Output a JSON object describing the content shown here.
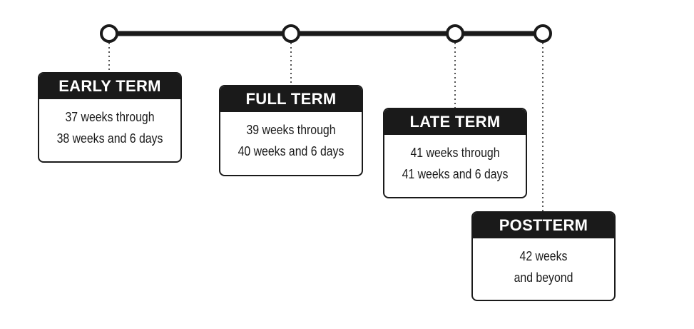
{
  "stages": [
    {
      "id": "early-term",
      "title": "EARLY TERM",
      "lines": [
        "37 weeks through",
        "38 weeks and 6 days"
      ]
    },
    {
      "id": "full-term",
      "title": "FULL TERM",
      "lines": [
        "39 weeks through",
        "40 weeks and 6 days"
      ]
    },
    {
      "id": "late-term",
      "title": "LATE TERM",
      "lines": [
        "41 weeks through",
        "41 weeks and 6 days"
      ]
    },
    {
      "id": "postterm",
      "title": "POSTTERM",
      "lines": [
        "42 weeks",
        "and beyond"
      ]
    }
  ],
  "colors": {
    "ink": "#1a1a1a",
    "background": "#ffffff"
  }
}
